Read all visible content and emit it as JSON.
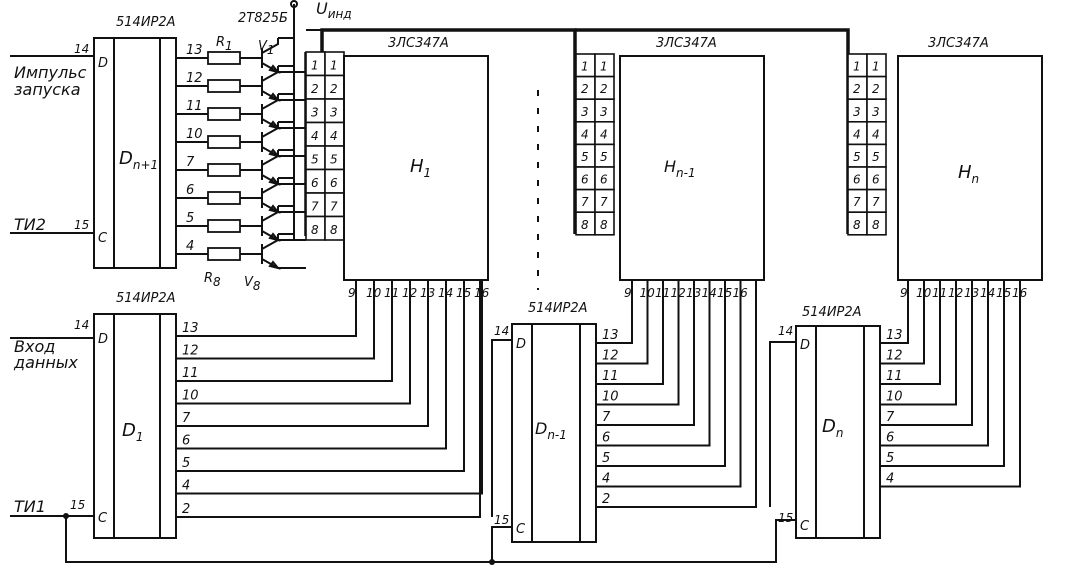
{
  "signals": {
    "u_ind": "U",
    "u_ind_sub": "инд",
    "start_pulse_1": "Импульс",
    "start_pulse_2": "запуска",
    "data_in_1": "Вход",
    "data_in_2": "данных",
    "ti1": "ТИ1",
    "ti2": "ТИ2"
  },
  "parts": {
    "transistor_type": "2Т825Б",
    "r1": "R",
    "r1_sub": "1",
    "r8": "R",
    "r8_sub": "8",
    "v1": "V",
    "v1_sub": "1",
    "v8": "V",
    "v8_sub": "8"
  },
  "registers": {
    "type": "514ИР2А",
    "dn1_main": "D",
    "dn1_sub": "n+1",
    "d1_main": "D",
    "d1_sub": "1",
    "dnm1_main": "D",
    "dnm1_sub": "n-1",
    "dn_main": "D",
    "dn_sub": "n",
    "pin_d": "D",
    "pin_c": "C",
    "pin_14": "14",
    "pin_15": "15",
    "out_pins": [
      "1",
      "2",
      "3",
      "4",
      "5",
      "6",
      "7",
      "8"
    ],
    "out_pins_9": [
      "1",
      "2",
      "3",
      "4",
      "5",
      "6",
      "7",
      "8",
      "9"
    ],
    "lead_labels_top": [
      "13",
      "12",
      "11",
      "10",
      "7",
      "6",
      "5",
      "4"
    ],
    "lead_labels_low": [
      "13",
      "12",
      "11",
      "10",
      "7",
      "6",
      "5",
      "4",
      "2"
    ]
  },
  "indicators": {
    "type": "3ЛС347А",
    "h1_main": "H",
    "h1_sub": "1",
    "hnm1_main": "H",
    "hnm1_sub": "n-1",
    "hn_main": "H",
    "hn_sub": "n",
    "left_pins": [
      "1",
      "2",
      "3",
      "4",
      "5",
      "6",
      "7",
      "8"
    ],
    "bottom_pins": [
      "9",
      "10",
      "11",
      "12",
      "13",
      "14",
      "15",
      "16"
    ]
  }
}
